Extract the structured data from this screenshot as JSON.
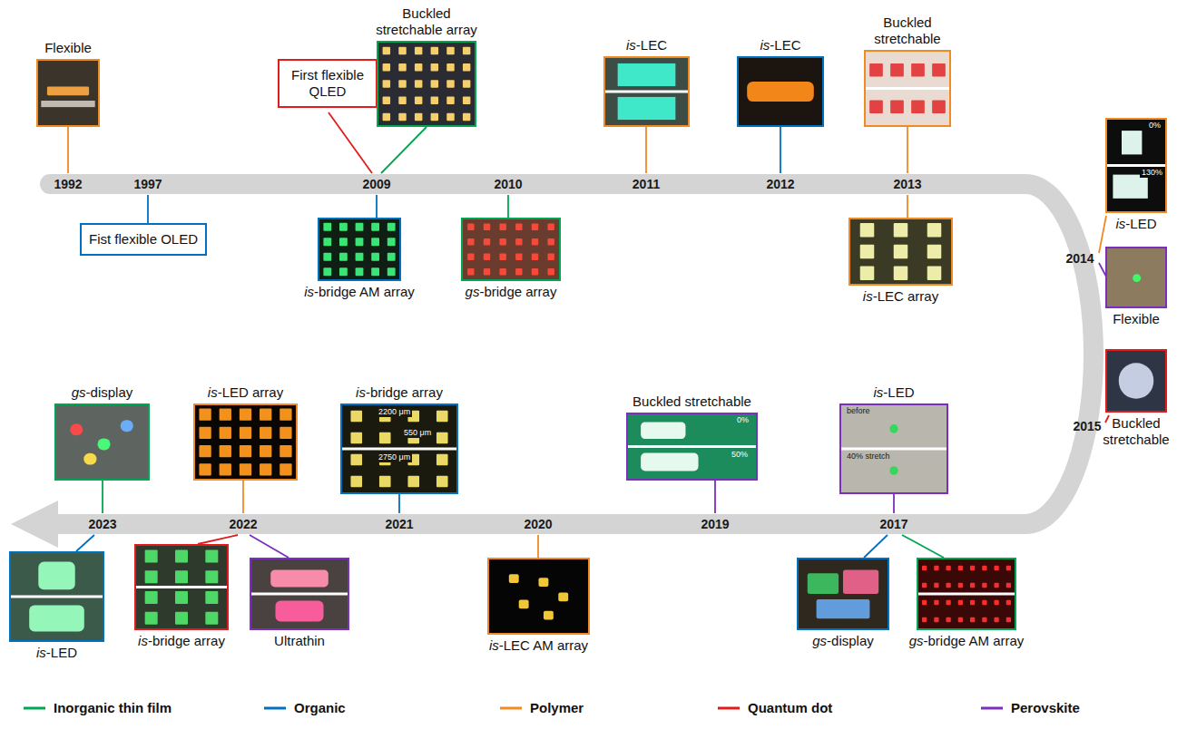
{
  "diagram": {
    "nodes": [
      {
        "text": [
          "Flexible"
        ]
      },
      {
        "text": [
          "Fist flexible OLED"
        ]
      },
      {
        "text": [
          "First flexible QLED"
        ]
      },
      {
        "text": [
          "Buckled stretchable array"
        ]
      },
      {
        "text": [
          "is-bridge AM array"
        ]
      },
      {
        "text": [
          "gs-bridge array"
        ]
      },
      {
        "text": [
          "is-LEC"
        ]
      },
      {
        "text": [
          "is-LEC"
        ]
      },
      {
        "text": [
          "Buckled stretchable"
        ]
      },
      {
        "text": [
          "is-LEC array"
        ]
      },
      {
        "text": [
          "is-LED",
          "0%",
          "130%"
        ]
      },
      {
        "text": [
          "Flexible"
        ]
      },
      {
        "text": [
          "Buckled stretchable"
        ]
      },
      {
        "text": [
          "is-LED",
          "before",
          "40% stretch"
        ]
      },
      {
        "text": [
          "gs-display"
        ]
      },
      {
        "text": [
          "gs-bridge AM array"
        ]
      },
      {
        "text": [
          "Buckled stretchable",
          "0%",
          "50%"
        ]
      },
      {
        "text": [
          "is-LEC AM array"
        ]
      },
      {
        "text": [
          "is-bridge array",
          "2200 μm",
          "550 μm",
          "2750 μm"
        ]
      },
      {
        "text": [
          "is-LED array"
        ]
      },
      {
        "text": [
          "is-bridge array"
        ]
      },
      {
        "text": [
          "Ultrathin"
        ]
      },
      {
        "text": [
          "gs-display"
        ]
      },
      {
        "text": [
          "is-LED"
        ]
      }
    ],
    "labels": [
      "1992",
      "1997",
      "2009",
      "2010",
      "2011",
      "2012",
      "2013",
      "2014",
      "2015",
      "2017",
      "2019",
      "2020",
      "2021",
      "2022",
      "2023"
    ],
    "legend": [
      {
        "text": "Inorganic thin film",
        "color": "#00a651"
      },
      {
        "text": "Organic",
        "color": "#0070c0"
      },
      {
        "text": "Polymer",
        "color": "#f08a24"
      },
      {
        "text": "Quantum dot",
        "color": "#e31a1c"
      },
      {
        "text": "Perovskite",
        "color": "#7b2fbe"
      }
    ]
  }
}
